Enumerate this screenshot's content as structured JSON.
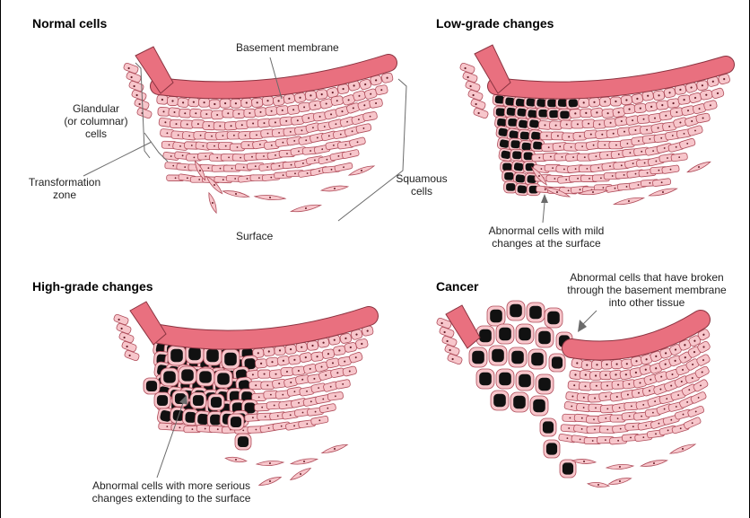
{
  "colors": {
    "membrane_fill": "#e9707f",
    "membrane_stroke": "#8a3340",
    "cell_fill": "#f7c6cb",
    "cell_stroke": "#b04d5b",
    "nucleus": "#6a1f2a",
    "abnormal_nucleus": "#111111",
    "leader_line": "#6b6b6b"
  },
  "panels": {
    "normal": {
      "title": "Normal cells",
      "labels": {
        "basement_membrane": "Basement membrane",
        "glandular": [
          "Glandular",
          "(or columnar)",
          "cells"
        ],
        "transformation_zone": [
          "Transformation",
          "zone"
        ],
        "squamous": [
          "Squamous",
          "cells"
        ],
        "surface": "Surface"
      }
    },
    "low_grade": {
      "title": "Low-grade changes",
      "caption": [
        "Abnormal cells with mild",
        "changes at the surface"
      ]
    },
    "high_grade": {
      "title": "High-grade changes",
      "caption": [
        "Abnormal cells with more serious",
        "changes extending to the surface"
      ]
    },
    "cancer": {
      "title": "Cancer",
      "caption": [
        "Abnormal cells that have broken",
        "through the basement membrane",
        "into other tissue"
      ]
    }
  }
}
